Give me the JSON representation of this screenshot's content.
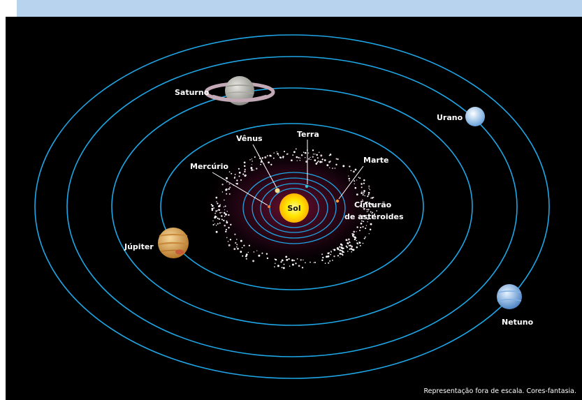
{
  "diagram": {
    "labels": {
      "sun": "Sol",
      "mercury": "Mercúrio",
      "venus": "Vênus",
      "earth": "Terra",
      "mars": "Marte",
      "asteroid_belt_line1": "Cinturão",
      "asteroid_belt_line2": "de asteroides",
      "jupiter": "Júpiter",
      "saturn": "Saturno",
      "uranus": "Urano",
      "neptune": "Netuno"
    },
    "caption": "Representação fora de escala. Cores-fantasia."
  },
  "colors": {
    "background": "#000000",
    "orbit": "#1ea6e6",
    "top_bar": "#b7d3ee",
    "sun": "#ffe600",
    "label": "#ffffff"
  }
}
